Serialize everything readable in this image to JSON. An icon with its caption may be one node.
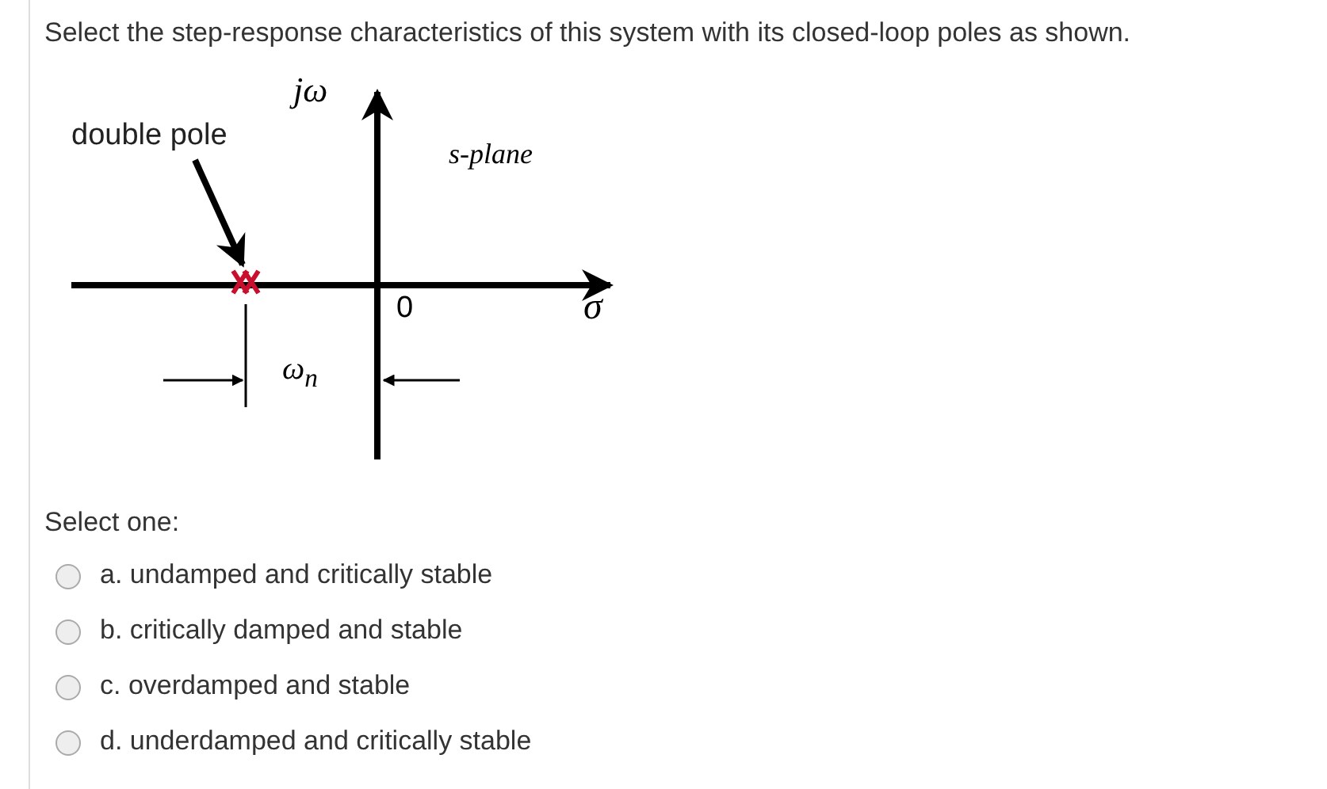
{
  "diagram": {
    "title": "Select the step-response characteristics of this system with its closed-loop poles as shown.",
    "nodes": [
      {
        "text": [
          "double pole"
        ]
      },
      {
        "text": [],
        "shape": "cross"
      }
    ],
    "edges": [
      {
        "from": 0,
        "to": 1,
        "arrow": "to"
      }
    ],
    "labels": [
      "jω",
      "s-plane",
      "0",
      "σ",
      "ω$_{n}$",
      "Select one:",
      "a. undamped and critically stable",
      "b. critically damped and stable",
      "c. overdamped and stable",
      "d. underdamped and critically stable"
    ]
  }
}
